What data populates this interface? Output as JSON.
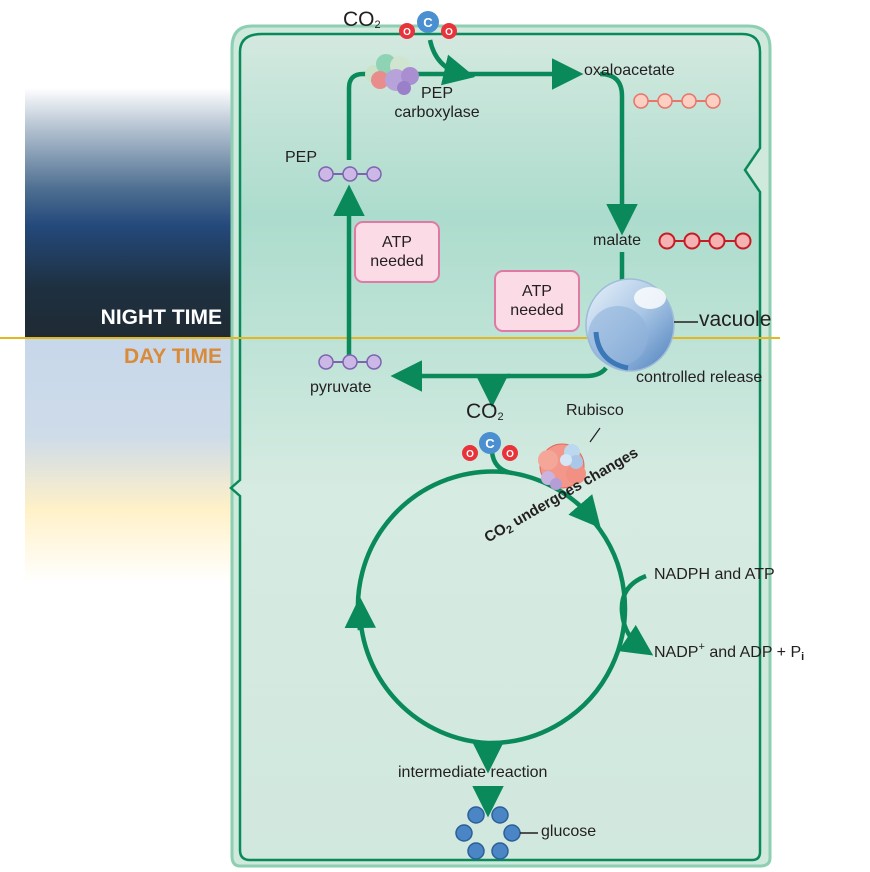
{
  "time_labels": {
    "night": "NIGHT TIME",
    "day": "DAY TIME"
  },
  "molecules": {
    "co2_top": "CO",
    "co2_top_sub": "2",
    "co2_mid": "CO",
    "co2_mid_sub": "2",
    "co2_cycle": "CO",
    "co2_cycle_sub": "2",
    "co2_cycle_rest": " undergoes changes",
    "pep_carboxylase_line1": "PEP",
    "pep_carboxylase_line2": "carboxylase",
    "oxaloacetate": "oxaloacetate",
    "pep": "PEP",
    "malate": "malate",
    "pyruvate": "pyruvate",
    "vacuole": "vacuole",
    "controlled_release": "controlled release",
    "rubisco": "Rubisco",
    "nadph_atp": "NADPH and ATP",
    "nadp": "NADP",
    "nadp_sup": "+",
    "nadp_rest": " and ADP + P",
    "nadp_sub": "i",
    "intermediate_reaction": "intermediate reaction",
    "glucose": "glucose"
  },
  "atp_boxes": {
    "left_line1": "ATP",
    "left_line2": "needed",
    "right_line1": "ATP",
    "right_line2": "needed"
  },
  "atom_letters": {
    "carbon": "C",
    "oxygen": "O"
  },
  "colors": {
    "arrow": "#0a8a5a",
    "cell_fill": "#d3e9df",
    "cell_border": "#0a8a5a",
    "pep_carbon": "#b89ad6",
    "oxaloacetate_carbon": "#f6a58a",
    "malate_carbon": "#e8333b",
    "co2_carbon": "#4a8fcf",
    "co2_oxygen": "#e8333b",
    "glucose": "#4a86c6",
    "atp_box": "#fbdbe6",
    "day_label": "#d98b3a",
    "divider": "#e3b81e"
  }
}
